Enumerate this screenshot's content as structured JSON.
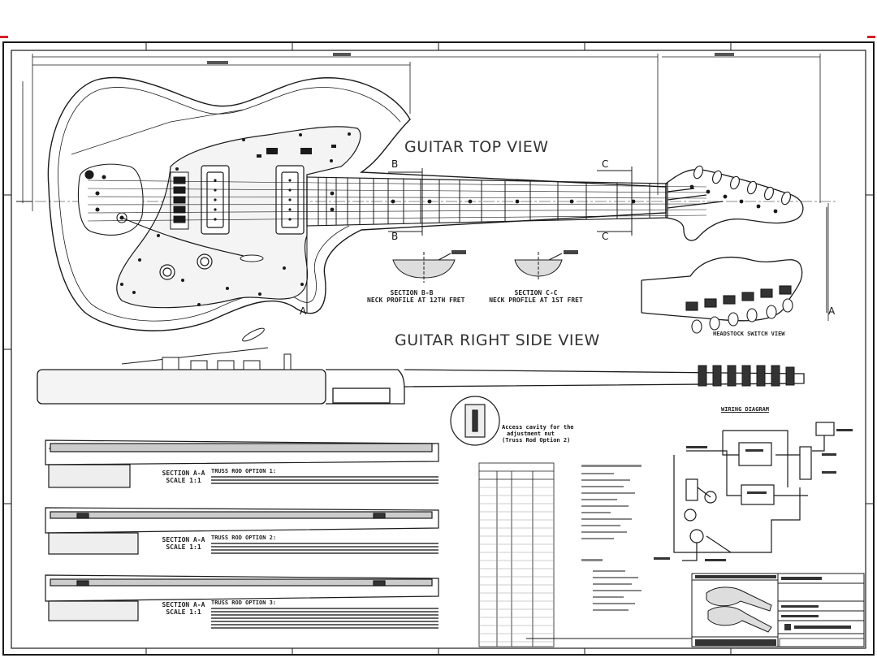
{
  "views": {
    "top_view_title": "GUITAR TOP VIEW",
    "side_view_title": "GUITAR RIGHT SIDE VIEW",
    "headstock_switch_view": "HEADSTOCK SWITCH VIEW",
    "wiring_diagram": "WIRING DIAGRAM"
  },
  "section_markers": {
    "b": "B",
    "c": "C",
    "a": "A"
  },
  "neck_profiles": {
    "section_b": "SECTION B-B",
    "section_b_sub": "NECK PROFILE AT 12TH FRET",
    "section_c": "SECTION C-C",
    "section_c_sub": "NECK PROFILE AT 1ST FRET"
  },
  "access_note": {
    "line1": "Access cavity for the",
    "line2": "adjustment nut",
    "line3": "(Truss Rod Option 2)"
  },
  "truss_sections": [
    {
      "section": "SECTION A-A",
      "scale": "SCALE 1:1",
      "title": "TRUSS ROD OPTION 1:"
    },
    {
      "section": "SECTION A-A",
      "scale": "SCALE 1:1",
      "title": "TRUSS ROD OPTION 2:"
    },
    {
      "section": "SECTION A-A",
      "scale": "SCALE 1:1",
      "title": "TRUSS ROD OPTION 3:"
    }
  ],
  "colors": {
    "line": "#1a1a1a",
    "hatch": "#555555",
    "pickguard_fill": "#f4f4f4",
    "corner_mark": "#d3202a"
  },
  "icons": [
    "guitar-body-icon",
    "headstock-icon",
    "pickup-icon",
    "tuner-icon",
    "title-block-guitar-icon"
  ]
}
